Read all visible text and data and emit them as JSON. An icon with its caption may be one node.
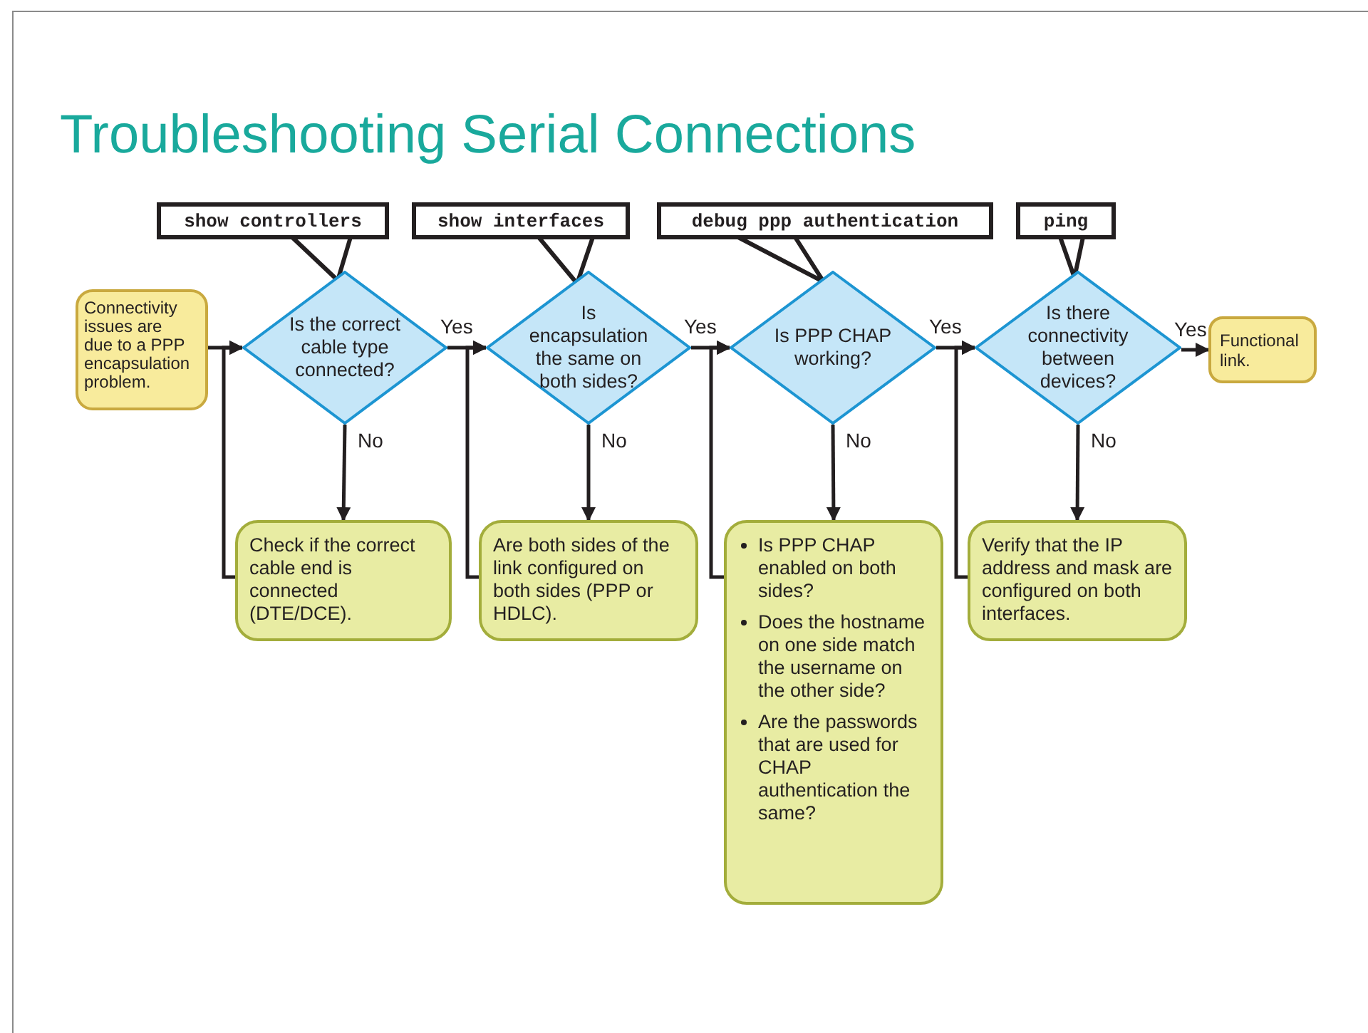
{
  "diagram": {
    "title": "Troubleshooting Serial Connections",
    "nodes": [
      {
        "text": [
          "Connectivity issues are due to a PPP encapsulation problem."
        ]
      },
      {
        "text": [
          "show controllers"
        ]
      },
      {
        "text": [
          "Is the correct cable type connected?"
        ]
      },
      {
        "text": [
          "show interfaces"
        ]
      },
      {
        "text": [
          "Is encapsulation the same on both sides?"
        ]
      },
      {
        "text": [
          "debug ppp authentication"
        ]
      },
      {
        "text": [
          "Is PPP CHAP working?"
        ]
      },
      {
        "text": [
          "ping"
        ]
      },
      {
        "text": [
          "Is there connectivity between devices?"
        ]
      },
      {
        "text": [
          "Functional link."
        ]
      },
      {
        "text": [
          "Check if the correct cable end is connected (DTE/DCE)."
        ]
      },
      {
        "text": [
          "Are both sides of the link configured on both sides (PPP or HDLC)."
        ]
      },
      {
        "text": [
          "Is PPP CHAP enabled on both sides?",
          "Does the hostname on one side match the username on the other side?",
          "Are the passwords that are used for CHAP authentication the same?"
        ]
      },
      {
        "text": [
          "Verify that the IP address and mask are configured on both interfaces."
        ]
      }
    ],
    "edges": [
      {
        "from": 0,
        "to": 2,
        "arrow": "to"
      },
      {
        "from": 2,
        "to": 4,
        "arrow": "to",
        "label": "Yes"
      },
      {
        "from": 4,
        "to": 6,
        "arrow": "to",
        "label": "Yes"
      },
      {
        "from": 6,
        "to": 8,
        "arrow": "to",
        "label": "Yes"
      },
      {
        "from": 8,
        "to": 9,
        "arrow": "to",
        "label": "Yes"
      },
      {
        "from": 2,
        "to": 10,
        "arrow": "to",
        "label": "No"
      },
      {
        "from": 4,
        "to": 11,
        "arrow": "to",
        "label": "No"
      },
      {
        "from": 6,
        "to": 12,
        "arrow": "to",
        "label": "No"
      },
      {
        "from": 8,
        "to": 13,
        "arrow": "to",
        "label": "No"
      },
      {
        "from": 10,
        "to": 2,
        "arrow": "to"
      },
      {
        "from": 11,
        "to": 4,
        "arrow": "to"
      },
      {
        "from": 12,
        "to": 6,
        "arrow": "to"
      },
      {
        "from": 13,
        "to": 8,
        "arrow": "to"
      },
      {
        "from": 1,
        "to": 2,
        "arrow": "to"
      },
      {
        "from": 3,
        "to": 4,
        "arrow": "to"
      },
      {
        "from": 5,
        "to": 6,
        "arrow": "to"
      },
      {
        "from": 7,
        "to": 8,
        "arrow": "to"
      }
    ]
  }
}
